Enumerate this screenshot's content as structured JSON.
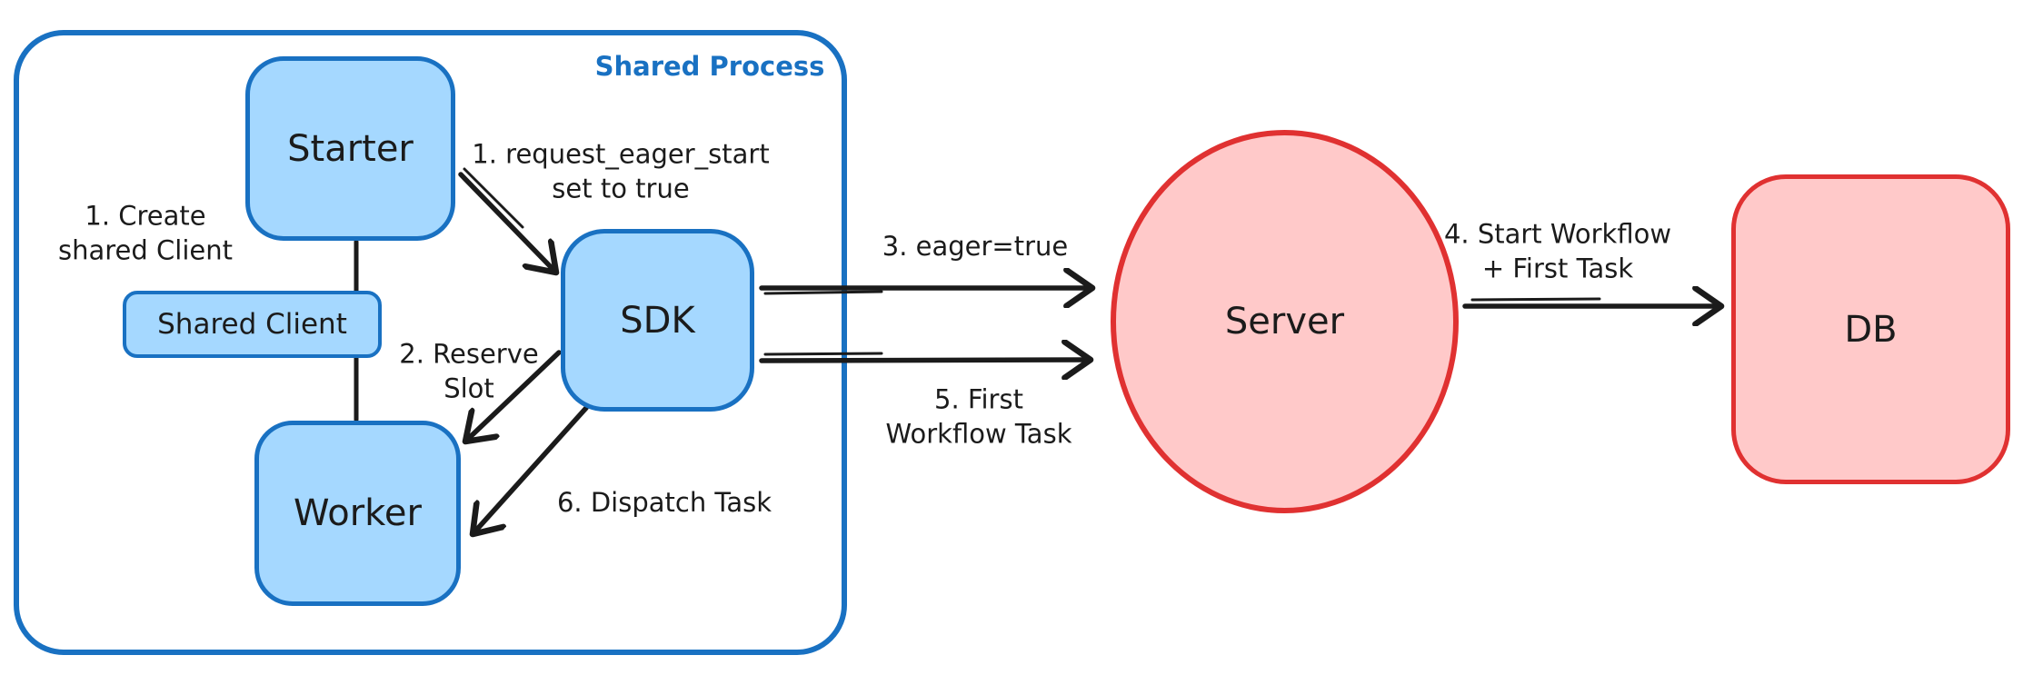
{
  "diagram": {
    "container": {
      "label": "Shared Process"
    },
    "nodes": {
      "starter": "Starter",
      "shared_client": "Shared Client",
      "worker": "Worker",
      "sdk": "SDK",
      "server": "Server",
      "db": "DB"
    },
    "annotations": {
      "create_shared_client": "1. Create\nshared Client",
      "request_eager_start": "1. request_eager_start\nset to true",
      "reserve_slot": "2. Reserve\nSlot",
      "eager_true": "3. eager=true",
      "start_workflow": "4. Start Workflow\n+ First Task",
      "first_workflow_task": "5. First\nWorkflow Task",
      "dispatch_task": "6. Dispatch Task"
    },
    "colors": {
      "blue_stroke": "#1971c2",
      "blue_fill": "#a5d8ff",
      "red_stroke": "#e03131",
      "red_fill": "#ffc9c9",
      "text": "#1b1b1b"
    }
  }
}
